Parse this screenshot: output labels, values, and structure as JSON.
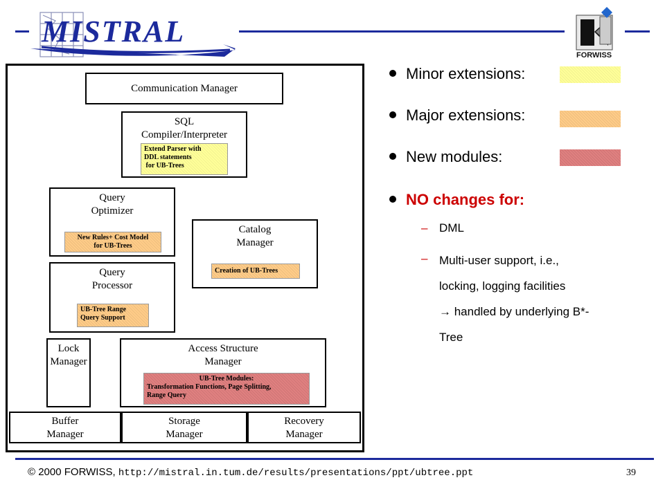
{
  "header": {
    "logo_text": "MISTRAL",
    "partner_logo_text": "FORWISS"
  },
  "diagram": {
    "communication_manager": "Communication Manager",
    "sql_compiler": [
      "SQL",
      "Compiler/Interpreter"
    ],
    "sql_note": [
      "Extend Parser with",
      "DDL statements",
      " for UB-Trees"
    ],
    "query_optimizer": [
      "Query",
      "Optimizer"
    ],
    "optimizer_note": [
      "New Rules+ Cost Model",
      "for UB-Trees"
    ],
    "catalog_manager": [
      "Catalog",
      "Manager"
    ],
    "catalog_note": "Creation of UB-Trees",
    "query_processor": [
      "Query",
      "Processor"
    ],
    "processor_note": [
      "UB-Tree Range",
      "Query Support"
    ],
    "lock_manager": [
      "Lock",
      "Manager"
    ],
    "access_structure_manager": [
      "Access Structure",
      "Manager"
    ],
    "access_note": [
      "UB-Tree Modules:",
      "Transformation Functions, Page Splitting,",
      "Range Query"
    ],
    "buffer_manager": [
      "Buffer",
      "Manager"
    ],
    "storage_manager": [
      "Storage",
      "Manager"
    ],
    "recovery_manager": [
      "Recovery",
      "Manager"
    ]
  },
  "legend": {
    "minor": "Minor extensions:",
    "major": "Major extensions:",
    "new_modules": "New modules:",
    "no_changes": "NO changes for:",
    "colors": {
      "minor": "#ffff99",
      "major": "#ffcc88",
      "new_modules": "#e08080",
      "no_changes": "#cc0000"
    },
    "dash_1": "–",
    "dash_2": "–",
    "dml": "DML",
    "multi_user": [
      "Multi-user support, i.e.,",
      "locking, logging facilities",
      "→ handled by underlying B*-",
      "Tree"
    ]
  },
  "footer": {
    "copyright": "© 2000 FORWISS,",
    "url": "http://mistral.in.tum.de/results/presentations/ppt/ubtree.ppt",
    "page_number": "39"
  }
}
